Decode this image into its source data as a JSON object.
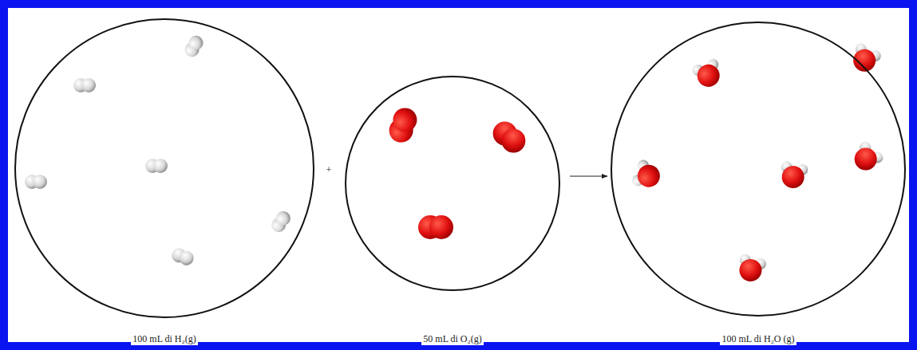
{
  "diagram": {
    "nodes": [
      {
        "text": [
          "100 mL di H₂(g)"
        ]
      },
      {
        "text": [
          "50 mL di O₂(g)"
        ]
      },
      {
        "text": [
          "100 mL di H₂O (g)"
        ]
      }
    ],
    "edges": [
      {
        "from": 1,
        "to": 2,
        "arrow": "to"
      }
    ],
    "labels": [
      "+"
    ]
  }
}
